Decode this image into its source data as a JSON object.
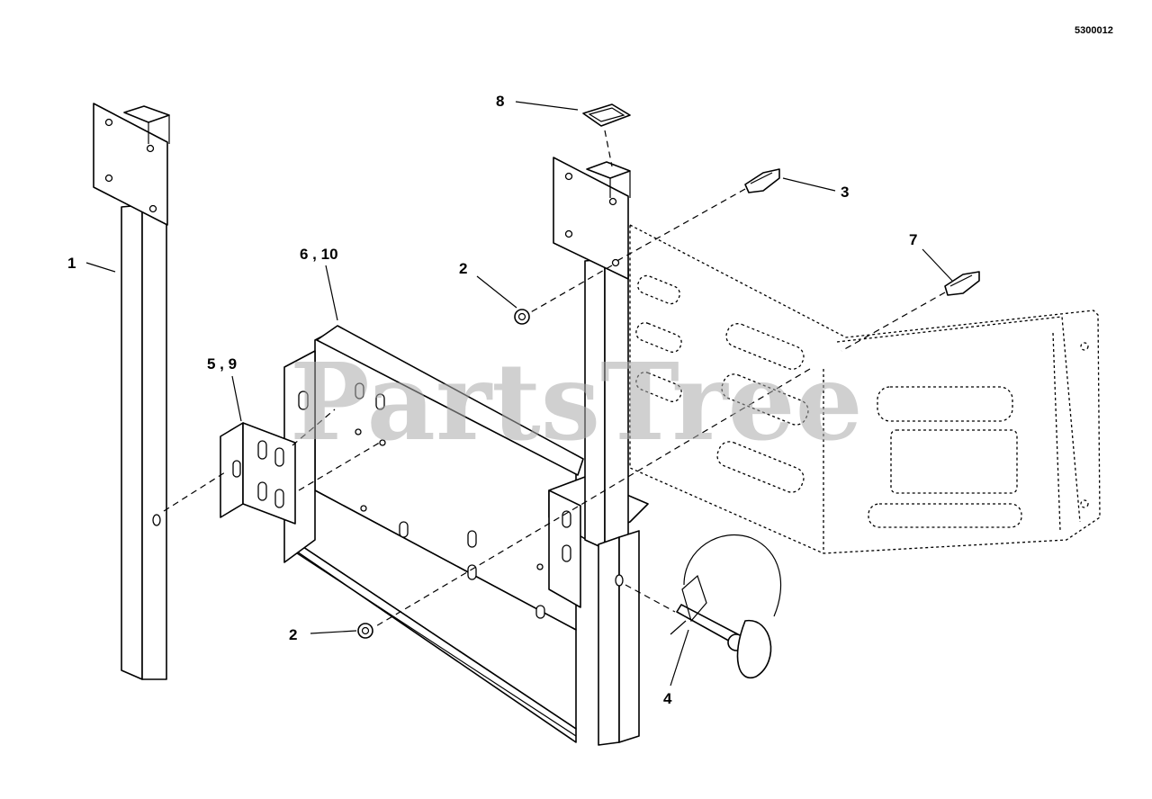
{
  "figure_id": "5300012",
  "watermark": "PartsTree",
  "callouts": {
    "c1": "1",
    "c2a": "2",
    "c2b": "2",
    "c3": "3",
    "c4": "4",
    "c5_9": "5 , 9",
    "c6_10": "6 , 10",
    "c7": "7",
    "c8": "8"
  }
}
